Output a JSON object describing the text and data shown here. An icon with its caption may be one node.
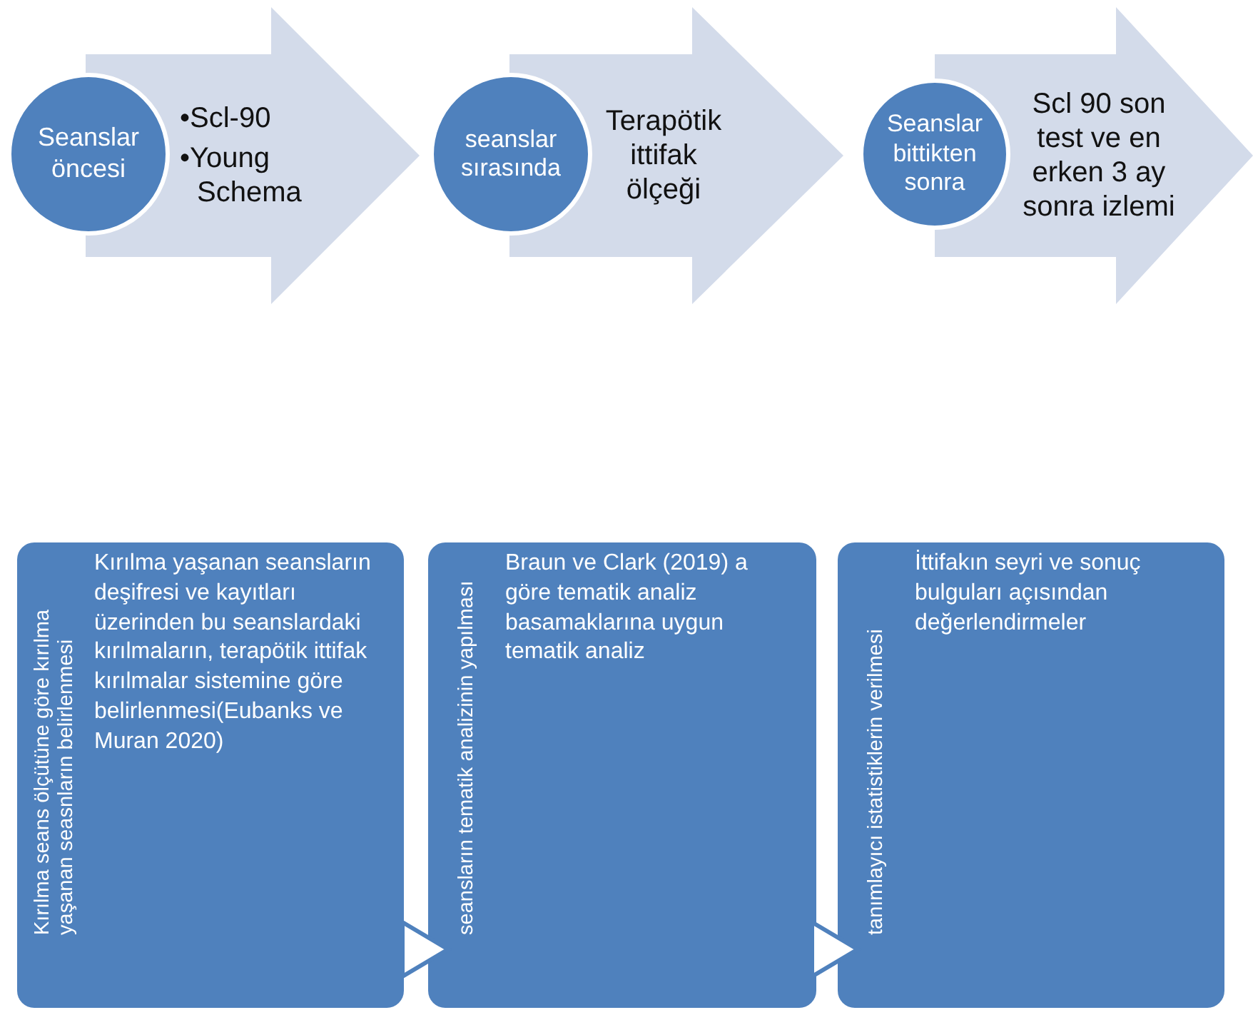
{
  "diagram": {
    "nodes": [
      {
        "text": [
          "Seanslar öncesi"
        ]
      },
      {
        "text": [
          "•Scl-90",
          "•Young Schema"
        ]
      },
      {
        "text": [
          "seanslar sırasında"
        ]
      },
      {
        "text": [
          "Terapötik ittifak ölçeği"
        ]
      },
      {
        "text": [
          "Seanslar bittikten sonra"
        ]
      },
      {
        "text": [
          "Scl 90 son test ve  en erken 3 ay sonra izlemi"
        ]
      },
      {
        "text": [
          "Kırılma seans ölçütüne göre kırılma yaşanan seasnların belirlenmesi",
          "Kırılma yaşanan seansların deşifresi ve kayıtları üzerinden bu seanslardaki kırılmaların, terapötik ittifak kırılmalar sistemine göre belirlenmesi(Eubanks ve Muran 2020)"
        ]
      },
      {
        "text": [
          "seansların tematik analizinin yapılması",
          "Braun ve Clark (2019) a göre tematik analiz basamaklarına uygun tematik analiz"
        ]
      },
      {
        "text": [
          "tanımlayıcı istatistiklerin verilmesi",
          "İttifakın seyri ve sonuç bulguları açısından değerlendirmeler"
        ]
      }
    ],
    "edges": [
      {
        "from": 6,
        "to": 7,
        "arrow": "to"
      },
      {
        "from": 7,
        "to": 8,
        "arrow": "to"
      }
    ]
  }
}
